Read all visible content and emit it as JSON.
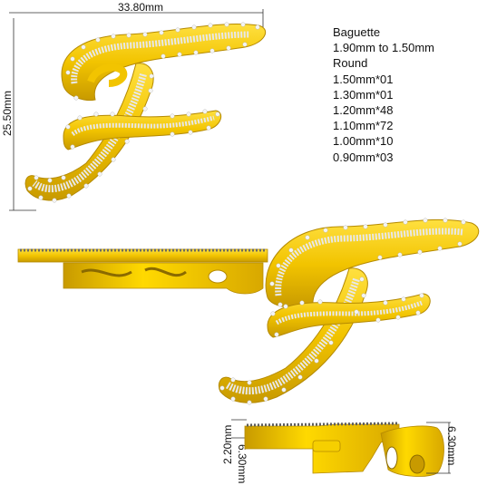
{
  "dimensions": {
    "width_top": "33.80mm",
    "height_left": "25.50mm",
    "height_side_small": "2.20mm",
    "height_side_large_left": "6.30mm",
    "height_side_large_right": "6.30mm"
  },
  "specs": {
    "baguette_title": "Baguette",
    "baguette_range": "1.90mm to 1.50mm",
    "round_title": "Round",
    "round_items": [
      "1.50mm*01",
      "1.30mm*01",
      "1.20mm*48",
      "1.10mm*72",
      "1.00mm*10",
      "0.90mm*03"
    ]
  },
  "colors": {
    "gold": "#f2c400",
    "gold_dark": "#c89a00",
    "gold_light": "#ffe040",
    "stone": "#f4f4f4",
    "stone_edge": "#bdbdbd"
  }
}
